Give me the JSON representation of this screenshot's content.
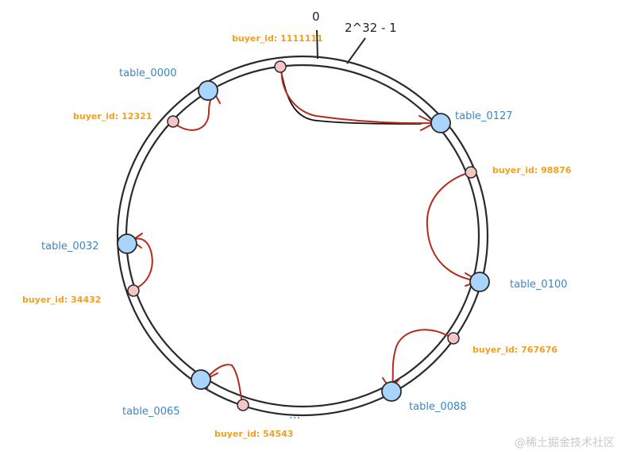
{
  "ring": {
    "start_label": "0",
    "end_label": "2^32 - 1",
    "ellipsis": "..."
  },
  "tables": [
    {
      "id": "t0000",
      "label": "table_0000"
    },
    {
      "id": "t0127",
      "label": "table_0127"
    },
    {
      "id": "t0100",
      "label": "table_0100"
    },
    {
      "id": "t0088",
      "label": "table_0088"
    },
    {
      "id": "t0065",
      "label": "table_0065"
    },
    {
      "id": "t0032",
      "label": "table_0032"
    }
  ],
  "buyers": [
    {
      "id": "b1",
      "label": "buyer_id: 1111111"
    },
    {
      "id": "b2",
      "label": "buyer_id: 12321"
    },
    {
      "id": "b3",
      "label": "buyer_id: 98876"
    },
    {
      "id": "b4",
      "label": "buyer_id: 767676"
    },
    {
      "id": "b5",
      "label": "buyer_id: 54543"
    },
    {
      "id": "b6",
      "label": "buyer_id: 34432"
    }
  ],
  "colors": {
    "table_node": "#a9d4fb",
    "table_label": "#3a86c8",
    "buyer_node": "#f8c5c5",
    "buyer_label": "#f0a020",
    "arrow": "#b52a1c",
    "ring": "#2a2a2a"
  },
  "watermark": "@稀土掘金技术社区"
}
